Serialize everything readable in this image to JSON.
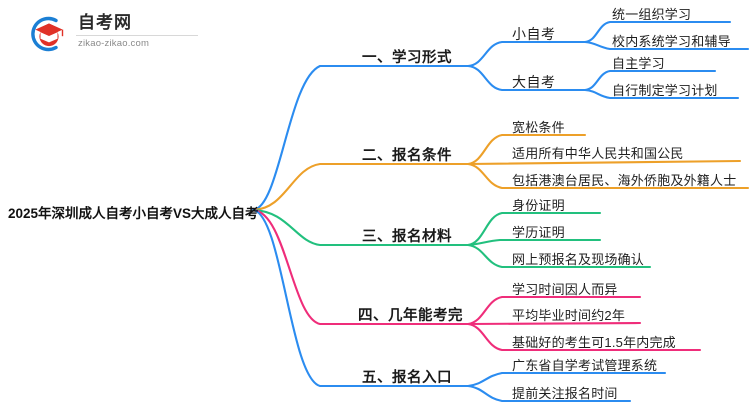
{
  "logo": {
    "name_cn": "自考网",
    "url": "zikao-zikao.com",
    "mark_icon": "graduation-cap-icon",
    "arc_color": "#1b7fd4",
    "cap_color": "#e03127"
  },
  "mindmap": {
    "root": "2025年深圳成人自考小自考VS大成人自考",
    "branches": [
      {
        "index": "一",
        "label": "一、学习形式",
        "color": "#2b8cf0",
        "children": [
          {
            "label": "小自考",
            "leaves": [
              "统一组织学习",
              "校内系统学习和辅导"
            ]
          },
          {
            "label": "大自考",
            "leaves": [
              "自主学习",
              "自行制定学习计划"
            ]
          }
        ]
      },
      {
        "index": "二",
        "label": "二、报名条件",
        "color": "#eda029",
        "leaves": [
          "宽松条件",
          "适用所有中华人民共和国公民",
          "包括港澳台居民、海外侨胞及外籍人士"
        ]
      },
      {
        "index": "三",
        "label": "三、报名材料",
        "color": "#22c07e",
        "leaves": [
          "身份证明",
          "学历证明",
          "网上预报名及现场确认"
        ]
      },
      {
        "index": "四",
        "label": "四、几年能考完",
        "color": "#ef2d7a",
        "leaves": [
          "学习时间因人而异",
          "平均毕业时间约2年",
          "基础好的考生可1.5年内完成"
        ]
      },
      {
        "index": "五",
        "label": "五、报名入口",
        "color": "#2b8cf0",
        "leaves": [
          "广东省自学考试管理系统",
          "提前关注报名时间"
        ]
      }
    ]
  }
}
